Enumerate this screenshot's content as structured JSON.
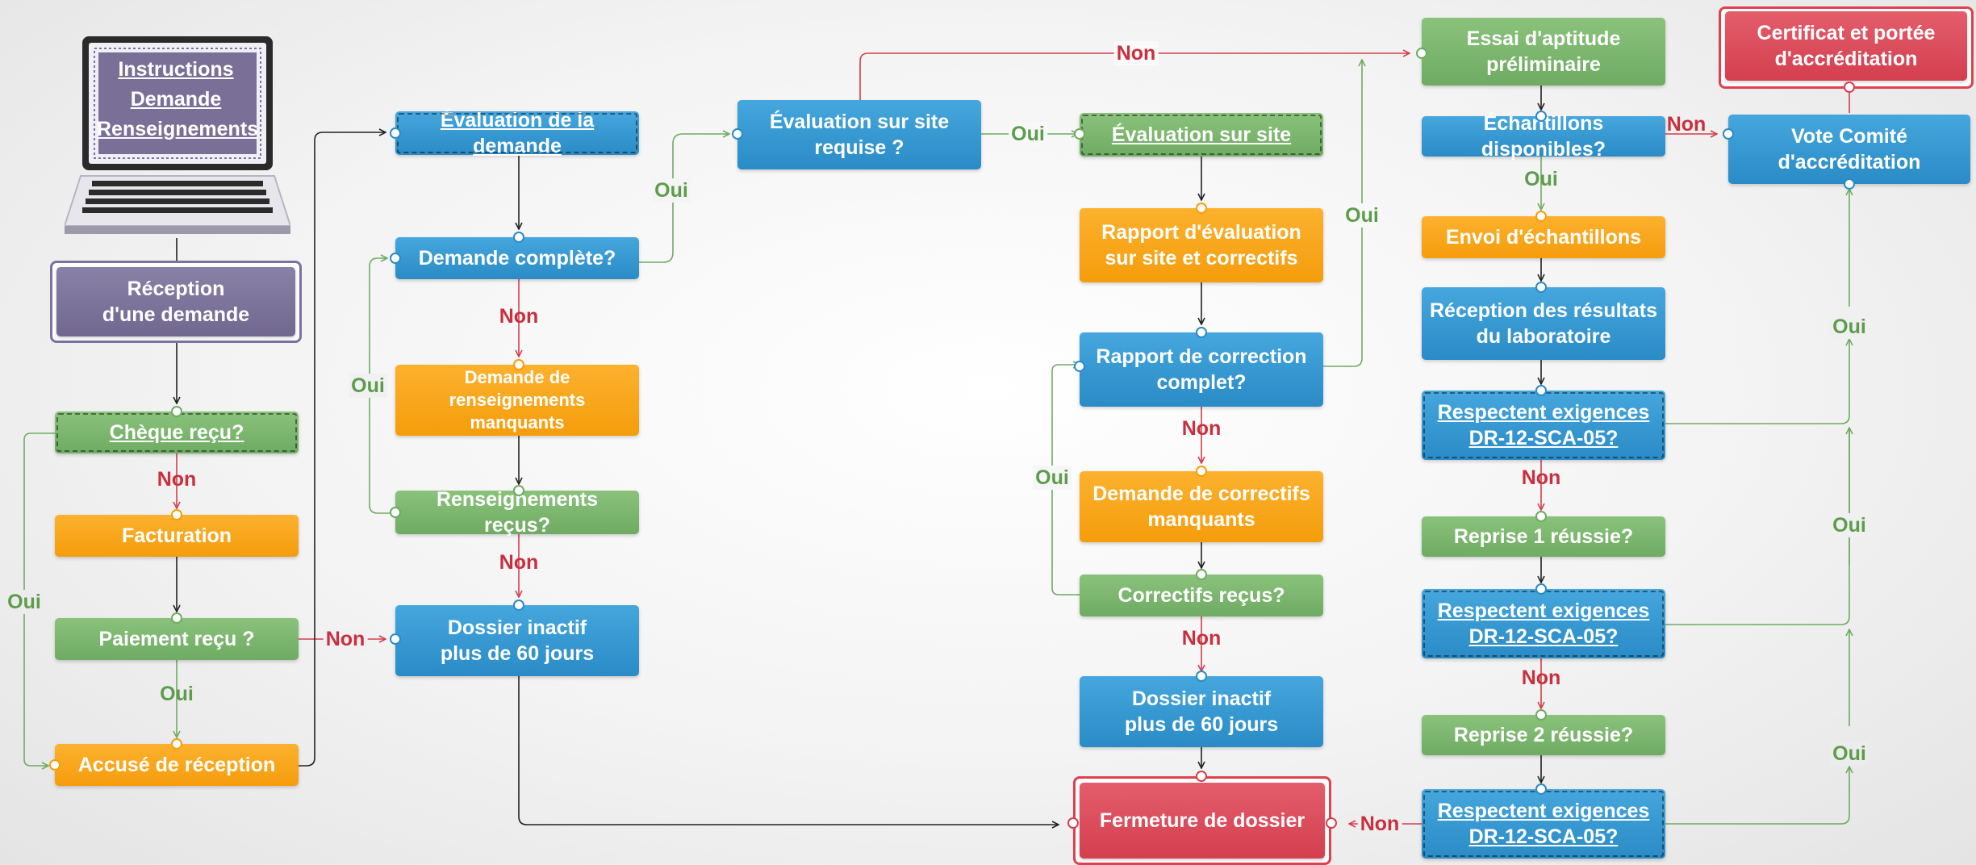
{
  "laptop": {
    "lines": [
      "Instructions",
      "Demande",
      "Renseignements"
    ]
  },
  "nodes": {
    "reception": "Réception\nd'une demande",
    "cheque": "Chèque reçu?",
    "facturation": "Facturation",
    "paiement": "Paiement reçu ?",
    "accuse": "Accusé de réception",
    "eval_demande": "Évaluation de la demande",
    "demande_complete": "Demande complète?",
    "demande_renseignements": "Demande de renseignements\nmanquants",
    "renseignements_recus": "Renseignements reçus?",
    "dossier_inactif_1": "Dossier inactif\nplus de 60 jours",
    "eval_site_requise": "Évaluation sur site\nrequise ?",
    "eval_site": "Évaluation sur site",
    "rapport_eval": "Rapport d'évaluation\nsur site et correctifs",
    "rapport_correction": "Rapport de correction\ncomplet?",
    "demande_correctifs": "Demande de correctifs\nmanquants",
    "correctifs_recus": "Correctifs reçus?",
    "dossier_inactif_2": "Dossier inactif\nplus de 60 jours",
    "fermeture": "Fermeture de dossier",
    "essai": "Essai d'aptitude\npréliminaire",
    "echantillons_dispo": "Échantillons disponibles?",
    "envoi": "Envoi d'échantillons",
    "reception_resultats": "Réception des résultats\ndu laboratoire",
    "respect_1": "Respectent exigences\nDR-12-SCA-05?",
    "reprise_1": "Reprise 1 réussie?",
    "respect_2": "Respectent exigences\nDR-12-SCA-05?",
    "reprise_2": "Reprise 2 réussie?",
    "respect_3": "Respectent exigences\nDR-12-SCA-05?",
    "certificat": "Certificat et portée\nd'accréditation",
    "vote": "Vote Comité\nd'accréditation"
  },
  "labels": {
    "non": "Non",
    "oui": "Oui"
  },
  "colors": {
    "blue": "#2a8bc6",
    "green": "#6fab62",
    "orange": "#f59d0c",
    "purple": "#716890",
    "red": "#d43f4f",
    "non_text": "#c8303e",
    "oui_text": "#5d9c4c"
  }
}
